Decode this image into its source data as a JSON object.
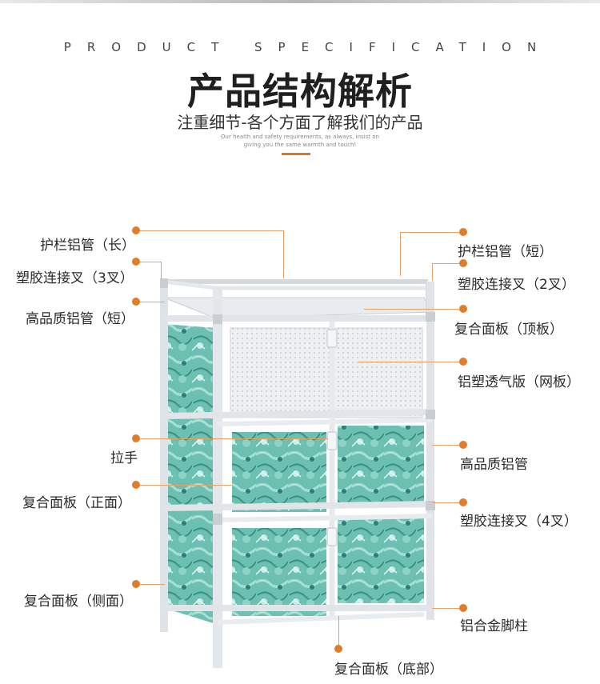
{
  "header": {
    "spec_text": "PRODUCT SPECIFICATION",
    "title": "产品结构解析",
    "subtitle": "注重细节-各个方面了解我们的产品",
    "english_line1": "Our health and safety requirements, as always, insist on",
    "english_line2": "giving you the same warmth and touch!"
  },
  "labels": {
    "guard_long": "护栏铝管（长）",
    "plastic_3": "塑胶连接叉（3叉）",
    "tube_short_left": "高品质铝管（短）",
    "handle": "拉手",
    "panel_front": "复合面板（正面）",
    "panel_side": "复合面板（侧面）",
    "guard_short": "护栏铝管（短）",
    "plastic_2": "塑胶连接叉（2叉）",
    "panel_top": "复合面板（顶板）",
    "mesh_panel": "铝塑透气版（网板）",
    "tube_quality": "高品质铝管",
    "plastic_4": "塑胶连接叉（4叉）",
    "leg": "铝合金脚柱",
    "panel_bottom": "复合面板（底部）"
  },
  "colors": {
    "accent": "#e07d2b",
    "leader": "#e9a067",
    "panel_teal": "#5fb8a8",
    "frame": "#dfe3e8"
  }
}
